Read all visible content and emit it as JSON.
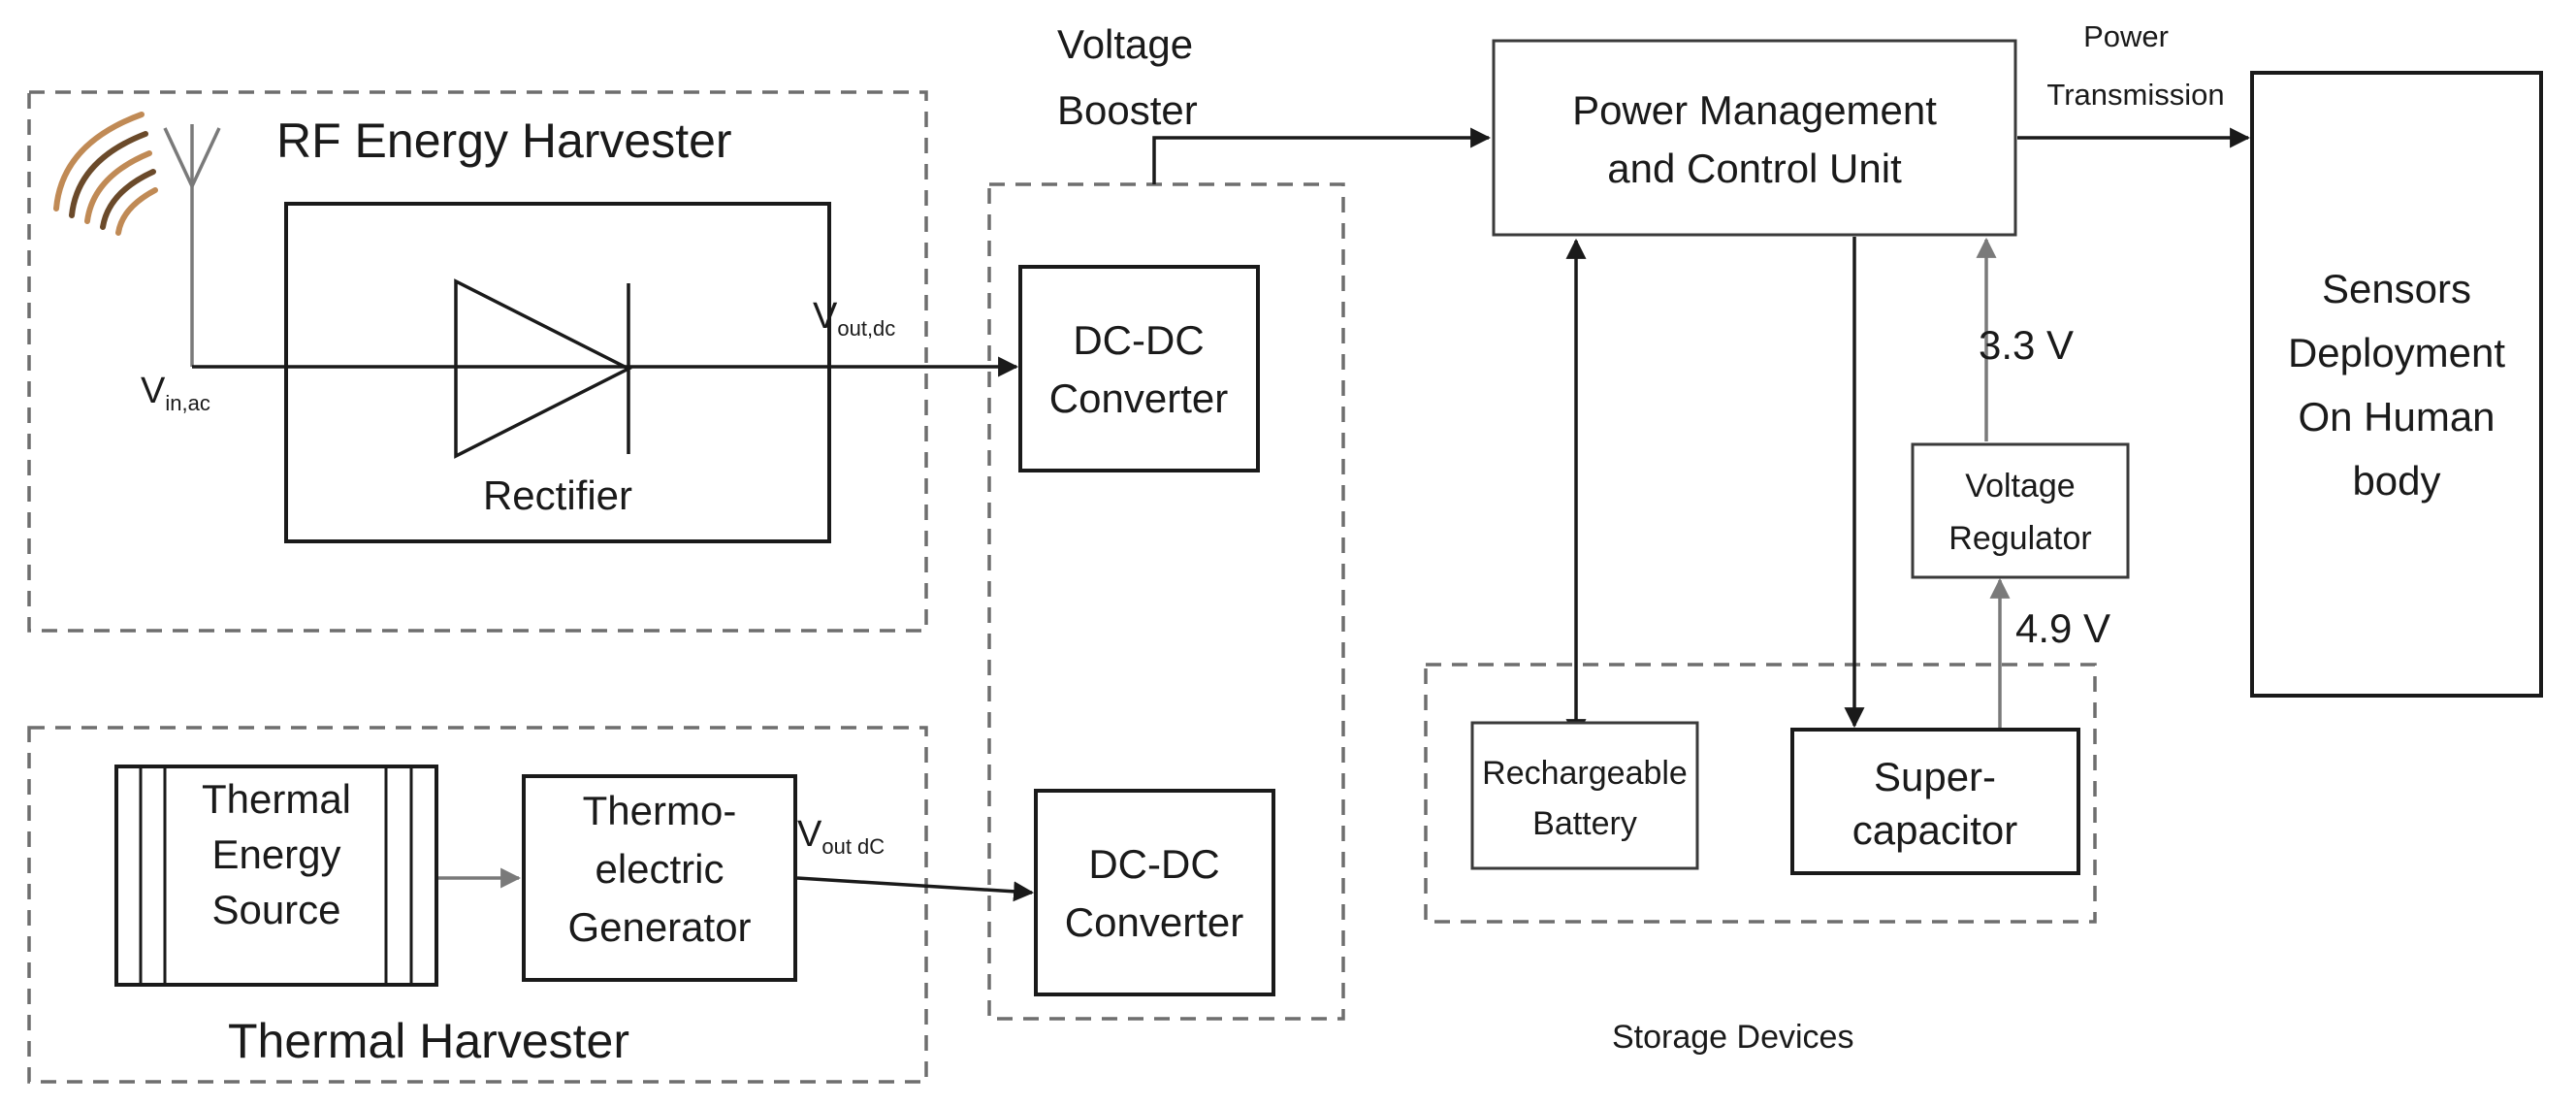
{
  "groups": {
    "rf_harvester": "RF Energy Harvester",
    "thermal_harvester": "Thermal Harvester",
    "voltage_booster": [
      "Voltage",
      "Booster"
    ],
    "storage_devices": "Storage Devices"
  },
  "blocks": {
    "rectifier": "Rectifier",
    "dcdc_top": [
      "DC-DC",
      "Converter"
    ],
    "dcdc_bottom": [
      "DC-DC",
      "Converter"
    ],
    "thermal_source": [
      "Thermal",
      "Energy",
      "Source"
    ],
    "teg": [
      "Thermo-",
      "electric",
      "Generator"
    ],
    "pmcu": [
      "Power Management",
      "and Control Unit"
    ],
    "battery": [
      "Rechargeable",
      "Battery"
    ],
    "supercap": [
      "Super-",
      "capacitor"
    ],
    "regulator": [
      "Voltage",
      "Regulator"
    ],
    "sensors": [
      "Sensors",
      "Deployment",
      "On Human",
      "body"
    ]
  },
  "signals": {
    "vin_main": "V",
    "vin_sub": "in,ac",
    "vout_dc_main": "V",
    "vout_dc_sub": "out,dc",
    "vout_tdc_main": "V",
    "vout_tdc_sub": "out dC",
    "v33": "3.3 V",
    "v49": "4.9 V",
    "power_tx": [
      "Power",
      "Transmission"
    ]
  },
  "colors": {
    "line": "#1a1a1a",
    "dashed_border": "#6e6e6e",
    "rf_waves": "#b07a45"
  }
}
